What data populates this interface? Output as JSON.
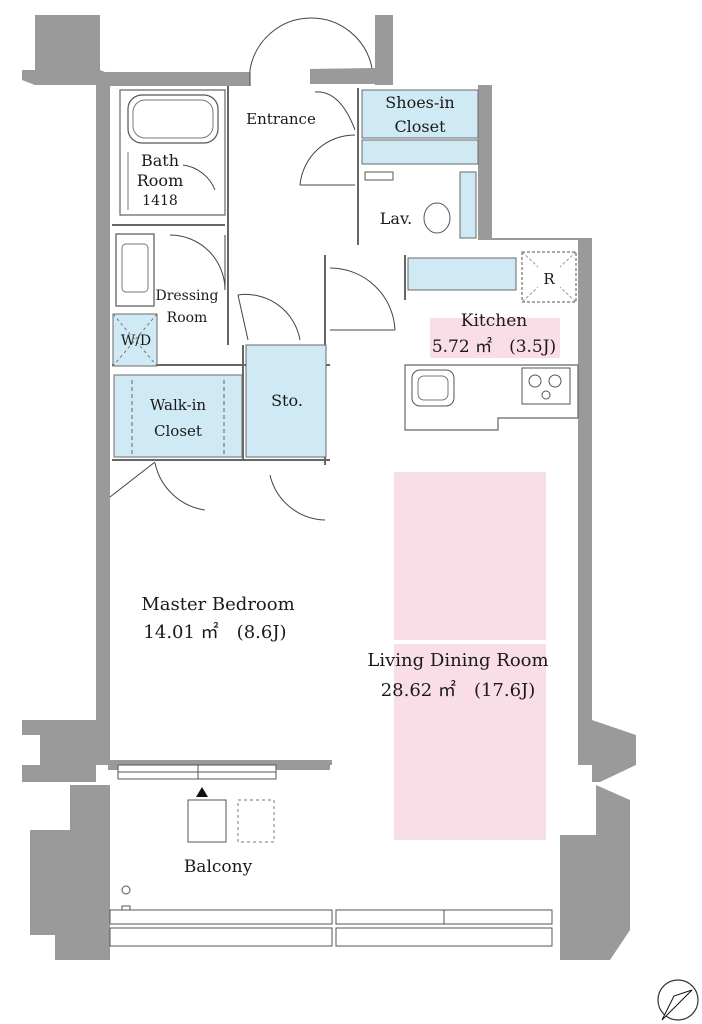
{
  "rooms": {
    "entrance": "Entrance",
    "shoes_closet_1": "Shoes-in",
    "shoes_closet_2": "Closet",
    "bath_1": "Bath",
    "bath_2": "Room",
    "bath_3": "1418",
    "lav": "Lav.",
    "dressing_1": "Dressing",
    "dressing_2": "Room",
    "wd": "W/D",
    "refrigerator": "R",
    "kitchen_name": "Kitchen",
    "kitchen_area": "5.72 ㎡　(3.5J)",
    "walkin_1": "Walk-in",
    "walkin_2": "Closet",
    "storage": "Sto.",
    "master_name": "Master Bedroom",
    "master_area": "14.01 ㎡　(8.6J)",
    "living_name": "Living Dining Room",
    "living_area": "28.62 ㎡　(17.6J)",
    "balcony": "Balcony"
  },
  "colors": {
    "wall": "#9a9a9a",
    "storage_blue": "#cfe9f5",
    "highlight_pink": "#f9dde7"
  },
  "icons": {
    "compass": "north-compass-icon",
    "air_unit": "triangle-marker-icon"
  }
}
